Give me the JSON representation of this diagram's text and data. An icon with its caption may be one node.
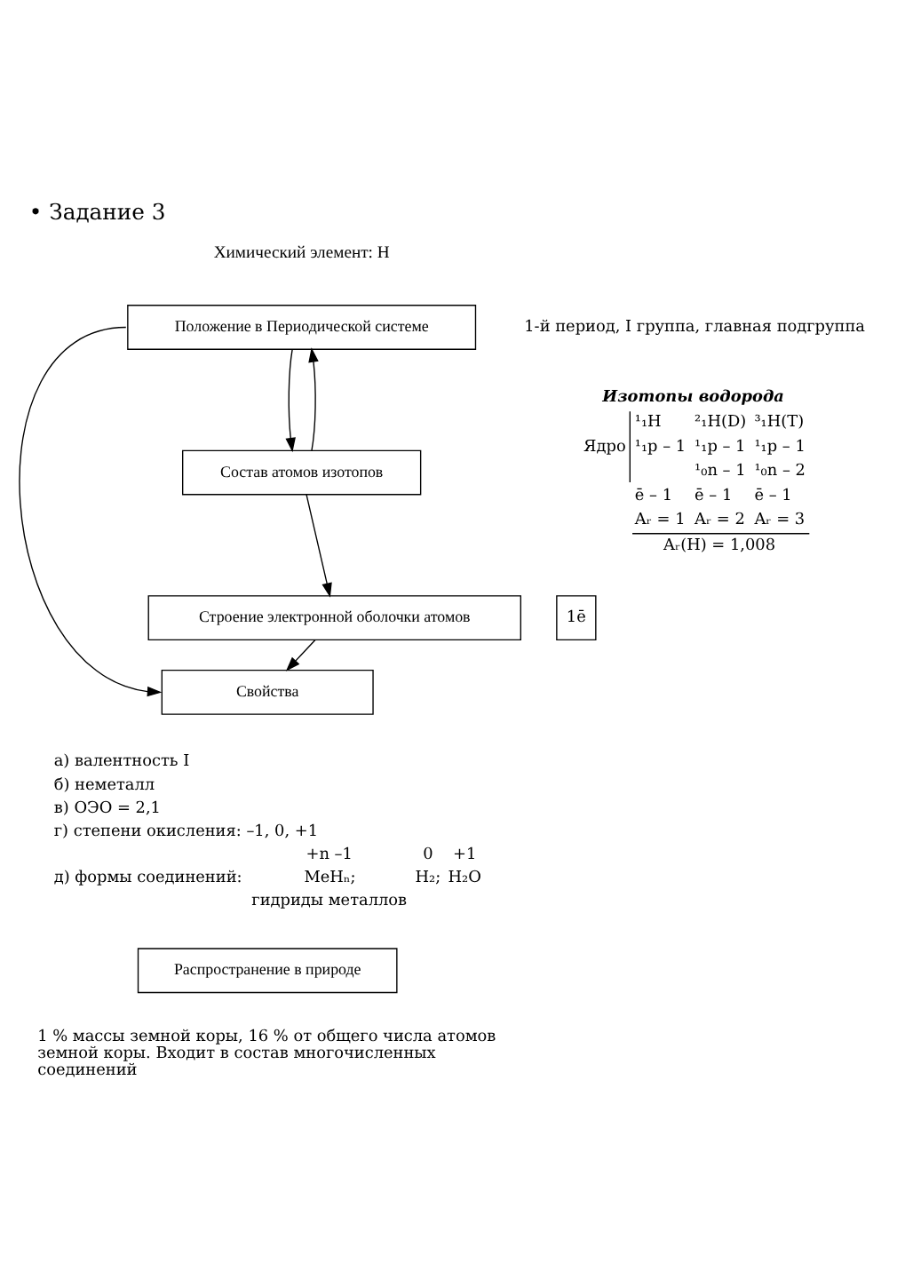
{
  "diagram": {
    "title": "• Задание 3",
    "nodes": [
      {
        "text": [
          "Положение в Периодической системе"
        ]
      },
      {
        "text": [
          "Состав атомов изотопов"
        ]
      },
      {
        "text": [
          "Строение электронной оболочки атомов"
        ]
      },
      {
        "text": [
          "Свойства"
        ]
      },
      {
        "text": [
          "Распространение в природе"
        ]
      },
      {
        "text": [
          "1ē"
        ]
      }
    ],
    "edges": [
      {
        "from": 0,
        "to": 1,
        "arrow": "to"
      },
      {
        "from": 1,
        "to": 0,
        "arrow": "to"
      },
      {
        "from": 1,
        "to": 2,
        "arrow": "to"
      },
      {
        "from": 2,
        "to": 3,
        "arrow": "to"
      },
      {
        "from": 0,
        "to": 3,
        "arrow": "to"
      }
    ],
    "labels": [
      "Химический элемент: H",
      "1-й период, I группа, главная подгруппа",
      "Изотопы водорода",
      "Ядро",
      "¹₁H",
      "²₁H(D)",
      "³₁H(T)",
      "¹₁p – 1",
      "¹₁p – 1",
      "¹₁p – 1",
      "¹₀n – 1",
      "¹₀n – 2",
      "ē – 1",
      "ē – 1",
      "ē – 1",
      "Aᵣ = 1",
      "Aᵣ = 2",
      "Aᵣ = 3",
      "Aᵣ(H) = 1,008",
      "а) валентность I",
      "б) неметалл",
      "в) ОЭО = 2,1",
      "г) степени окисления: –1, 0, +1",
      "+n –1",
      "0",
      "+1",
      "д) формы соединений:",
      "MeHₙ;",
      "H₂;",
      "H₂O",
      "гидриды металлов",
      "1 % массы земной коры, 16 % от общего числа атомов земной коры. Входит в состав многочисленных соединений"
    ]
  }
}
